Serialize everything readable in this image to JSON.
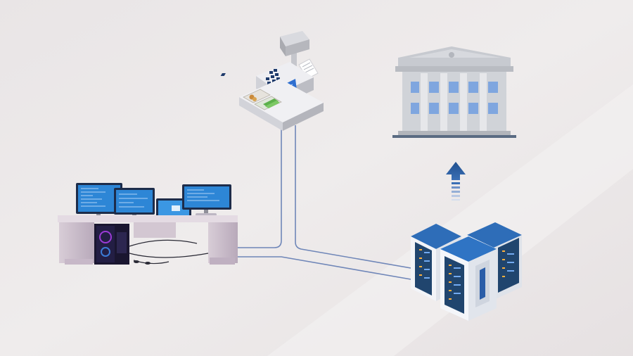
{
  "scene": {
    "nodes": [
      {
        "id": "workstation",
        "icon": "workstation-desk-icon"
      },
      {
        "id": "cash_register",
        "icon": "cash-register-icon"
      },
      {
        "id": "bank",
        "icon": "bank-building-icon"
      },
      {
        "id": "servers",
        "icon": "server-cluster-icon"
      }
    ],
    "connectors": [
      {
        "from": "workstation",
        "to": "cash_register"
      },
      {
        "from": "workstation",
        "to": "servers"
      },
      {
        "from": "cash_register",
        "to": "servers"
      }
    ],
    "flow_arrow": {
      "from": "servers",
      "to": "bank",
      "direction": "up",
      "icon": "up-arrow-icon"
    }
  },
  "colors": {
    "background": "#ebe7e8",
    "wire": "#6f86b8",
    "screen_blue": "#2d86d6",
    "server_dark": "#20456e",
    "server_light": "#f2f4f8",
    "bank_facade": "#c7cad0",
    "bank_window": "#7fa6df",
    "arrow": "#1f4f8e",
    "desk": "#c9bccb"
  }
}
